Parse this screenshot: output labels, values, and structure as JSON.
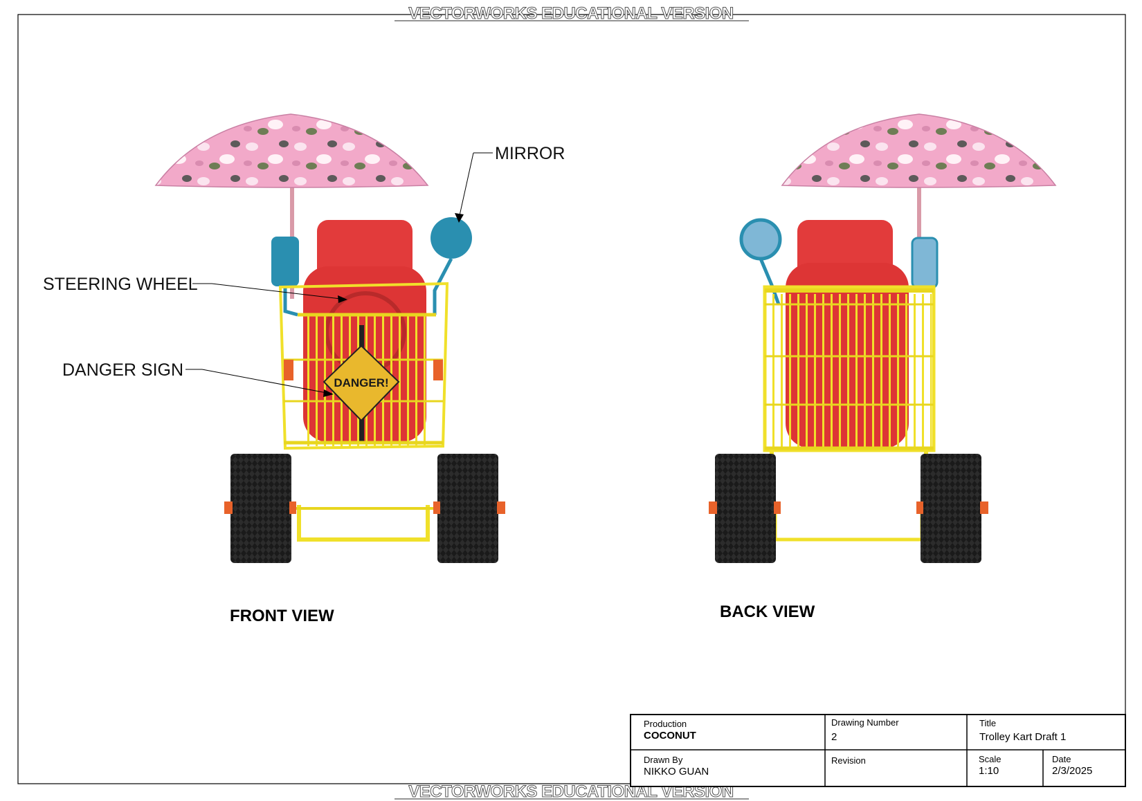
{
  "watermark": "VECTORWORKS EDUCATIONAL VERSION",
  "callouts": {
    "mirror": "MIRROR",
    "steering_wheel": "STEERING WHEEL",
    "danger_sign": "DANGER SIGN"
  },
  "sign_text": "DANGER!",
  "views": {
    "front": "FRONT VIEW",
    "back": "BACK VIEW"
  },
  "title_block": {
    "production_label": "Production",
    "production_value": "COCONUT",
    "drawing_number_label": "Drawing Number",
    "drawing_number_value": "2",
    "title_label": "Title",
    "title_value": "Trolley Kart Draft 1",
    "drawn_by_label": "Drawn By",
    "drawn_by_value": "NIKKO GUAN",
    "revision_label": "Revision",
    "revision_value": "",
    "scale_label": "Scale",
    "scale_value": "1:10",
    "date_label": "Date",
    "date_value": "2/3/2025"
  },
  "colors": {
    "umbrella": "#f2a9c9",
    "seat": "#e23b3b",
    "cart": "#f0e02a",
    "mirror": "#2a8fb0",
    "tire": "#1a1a1a",
    "hub": "#e8622a",
    "sign": "#e9b82d"
  }
}
